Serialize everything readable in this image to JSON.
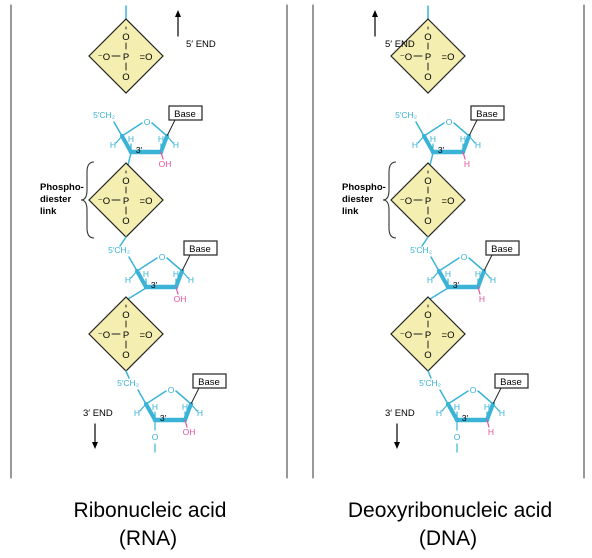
{
  "colors": {
    "backbone": "#3ab3d6",
    "diamond_fill": "#f4eeb0",
    "diamond_stroke": "#222222",
    "hydroxyl": "#e0559e",
    "text": "#000000"
  },
  "labels": {
    "five_end": "5′ END",
    "three_end": "3′ END",
    "phosphodiester": [
      "Phospho-",
      "diester",
      "link"
    ]
  },
  "phosphate": {
    "p": "P",
    "o": "O",
    "o_minus": "⁻O",
    "double_bond": "=O"
  },
  "sugar": {
    "base": "Base",
    "c5": "5′CH₂",
    "c3": "3′",
    "o": "O",
    "h": "H"
  },
  "rna": {
    "title": "Ribonucleic acid",
    "subtitle": "(RNA)",
    "two_prime": "OH"
  },
  "dna": {
    "title": "Deoxyribonucleic acid",
    "subtitle": "(DNA)",
    "two_prime": "H"
  }
}
